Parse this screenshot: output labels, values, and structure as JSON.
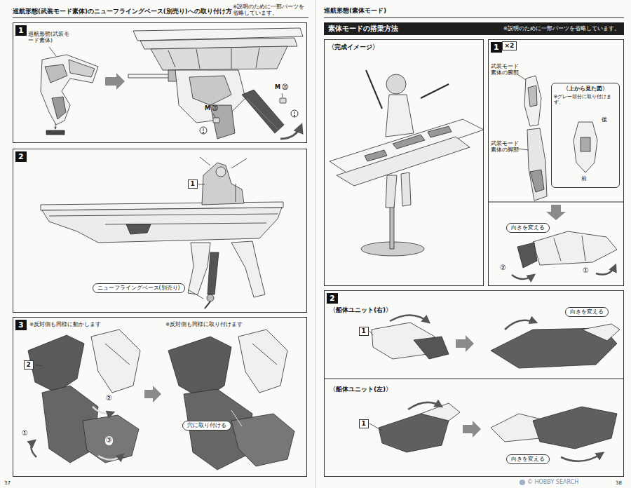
{
  "diagram": {
    "nodes": [
      {
        "text": [
          "1"
        ]
      },
      {
        "text": [
          "2"
        ]
      },
      {
        "text": [
          "1"
        ],
        "in": 1
      },
      {
        "text": [
          "ニューフライングベース(別売り)"
        ],
        "in": 1
      },
      {
        "text": [
          "3"
        ]
      },
      {
        "text": [
          "2"
        ],
        "in": 4
      },
      {
        "text": [
          "穴に取り付ける"
        ],
        "in": 4
      },
      {
        "text": [
          "素体モードの搭乗方法",
          "※説明のために一部パーツを省略しています。"
        ]
      },
      {
        "text": [
          "〈完成イメージ〉"
        ]
      },
      {
        "text": [
          "1"
        ]
      },
      {
        "text": [
          "×2"
        ],
        "in": 9
      },
      {
        "text": [
          "〈上から見た図〉",
          "※グレー部分に取り付けます。"
        ],
        "in": 9
      },
      {
        "text": [
          "向きを変える"
        ],
        "in": 9
      },
      {
        "text": [
          "2"
        ]
      },
      {
        "text": [
          "1"
        ],
        "in": 13
      },
      {
        "text": [
          "向きを変える"
        ],
        "in": 13
      },
      {
        "text": [
          "1"
        ],
        "in": 13
      },
      {
        "text": [
          "向きを変える"
        ],
        "in": 13
      }
    ],
    "labels": [
      "巡航形態(武装モード素体)のニューフライングベース(別売り)への取り付け方",
      "※説明のために一部パーツを省略しています。",
      "巡航形態(武装モード素体)",
      "M",
      "⑳",
      "M",
      "⑳",
      "※反対側も同様に動かします",
      "①",
      "②",
      "③",
      "※反対側も同様に取り付けます",
      "37",
      "巡航形態(素体モード)",
      "武装モード素体の腕部",
      "後",
      "前",
      "武装モード素体の脚部",
      "②",
      "①",
      "〈船体ユニット(右)〉",
      "〈船体ユニット(左)〉",
      "38",
      "© HOBBY SEARCH"
    ]
  }
}
